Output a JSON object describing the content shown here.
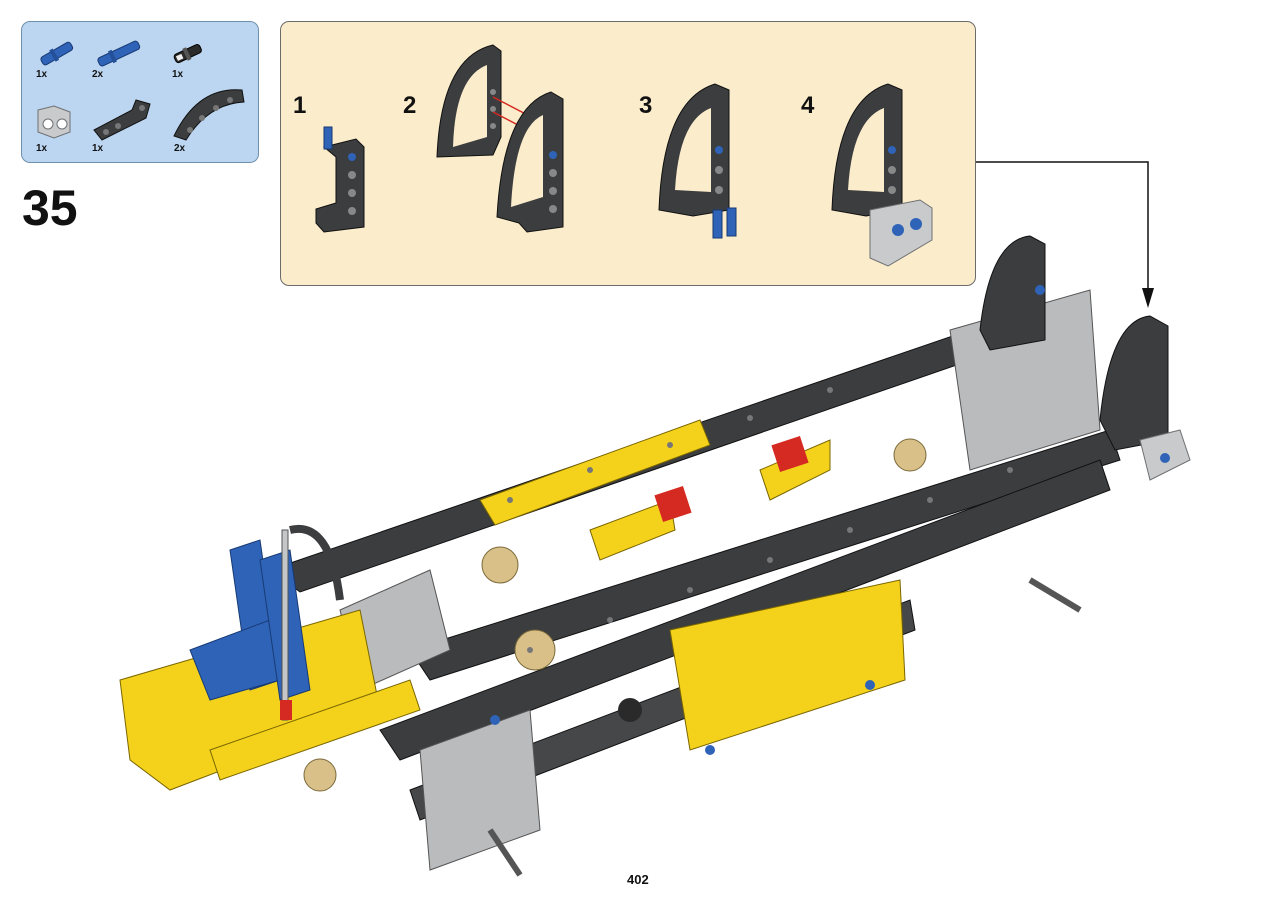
{
  "step": {
    "number": "35"
  },
  "parts": [
    {
      "qty": "1x",
      "icon": "blue-axle-pin-icon"
    },
    {
      "qty": "2x",
      "icon": "blue-long-axle-pin-icon"
    },
    {
      "qty": "1x",
      "icon": "black-friction-pin-icon"
    },
    {
      "qty": "1x",
      "icon": "light-gray-pin-connector-icon"
    },
    {
      "qty": "1x",
      "icon": "dark-gray-bent-beam-icon"
    },
    {
      "qty": "2x",
      "icon": "dark-gray-curved-panel-icon"
    }
  ],
  "substeps": [
    {
      "number": "1"
    },
    {
      "number": "2"
    },
    {
      "number": "3"
    },
    {
      "number": "4"
    }
  ],
  "page": {
    "number": "402"
  },
  "colors": {
    "parts_bg": "#bcd6f1",
    "substep_bg": "#fbeccb",
    "dark_gray": "#3b3d3f",
    "light_gray": "#b9bbbd",
    "yellow": "#f4d21c",
    "blue": "#2f63b8",
    "red": "#d42a22"
  }
}
